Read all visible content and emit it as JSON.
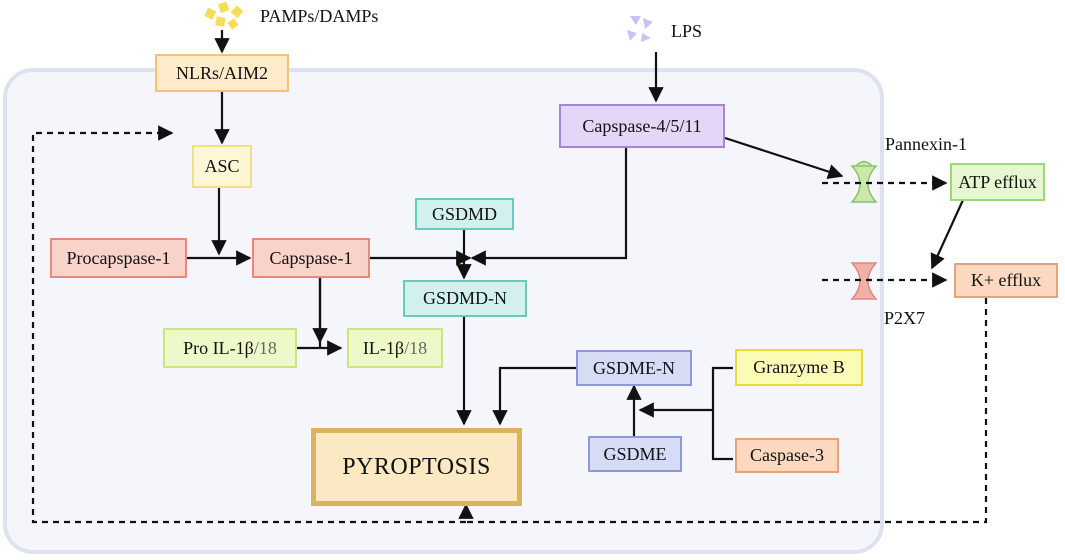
{
  "stimuli": {
    "pamps": "PAMPs/DAMPs",
    "lps": "LPS"
  },
  "nodes": {
    "nlrs": "NLRs/AIM2",
    "asc": "ASC",
    "procaspase1": "Procapspase-1",
    "caspase1": "Capspase-1",
    "caspase4511": "Capspase-4/5/11",
    "gsdmd": "GSDMD",
    "gsdmd_n": "GSDMD-N",
    "pro_il_main": "Pro IL-1β",
    "pro_il_sub": "/18",
    "il_main": "IL-1β",
    "il_sub": "/18",
    "gsdme_n": "GSDME-N",
    "gsdme": "GSDME",
    "granzyme_b": "Granzyme B",
    "caspase3": "Caspase-3",
    "pyroptosis": "PYROPTOSIS",
    "atp_efflux": "ATP efflux",
    "k_efflux": "K+ efflux"
  },
  "channels": {
    "pannexin": "Pannexin-1",
    "p2x7": "P2X7"
  },
  "colors": {
    "cell_fill": "#f4f6fb",
    "cell_border": "#dde2ee",
    "nlrs": {
      "fill": "#fdebc9",
      "border": "#f0c27b"
    },
    "asc": {
      "fill": "#fdf7d6",
      "border": "#f3df7e"
    },
    "red": {
      "fill": "#f9d3c9",
      "border": "#e5897a"
    },
    "teal": {
      "fill": "#d2f1ee",
      "border": "#66ccbe"
    },
    "lime": {
      "fill": "#eef9c9",
      "border": "#cfe47c"
    },
    "lavender": {
      "fill": "#d7dcf6",
      "border": "#8f98d8"
    },
    "purple": {
      "fill": "#e3d6f7",
      "border": "#a485d9"
    },
    "yellow": {
      "fill": "#fcfbb6",
      "border": "#e6dc3c"
    },
    "orange": {
      "fill": "#fbd8bf",
      "border": "#e7a378"
    },
    "atp": {
      "fill": "#e4f7d0",
      "border": "#9fd878"
    },
    "pyro": {
      "fill": "#fbe9c3",
      "border": "#d9b45e"
    },
    "pannexin_channel": "#c9e8a9",
    "p2x7_channel": "#f2b1a6",
    "pamps_icon": "#f5dd5a",
    "lps_icon": "#c8c3f2",
    "arrow": "#111111"
  }
}
